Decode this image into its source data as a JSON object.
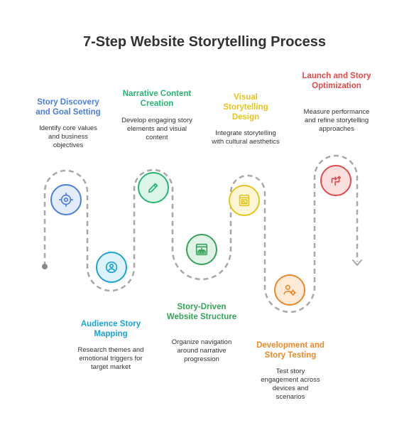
{
  "title": "7-Step Website Storytelling Process",
  "colors": {
    "path": "#a8a8a8",
    "steps": [
      "#4c7fd8",
      "#1aa4d6",
      "#28b574",
      "#36a25a",
      "#e6c41c",
      "#ec8a2b",
      "#e04b4b"
    ],
    "fills": [
      "#e3ecfb",
      "#ddf2fa",
      "#ddf5e9",
      "#e1f2e6",
      "#fcf6d6",
      "#fdebd8",
      "#fbdede"
    ]
  },
  "steps": [
    {
      "title": "Story Discovery and Goal Setting",
      "description": "Identify core values and business objectives",
      "icon": "target-icon"
    },
    {
      "title": "Audience Story Mapping",
      "description": "Research themes and emotional triggers for target market",
      "icon": "audience-icon"
    },
    {
      "title": "Narrative Content Creation",
      "description": "Develop engaging story elements and visual content",
      "icon": "pencil-icon"
    },
    {
      "title": "Story-Driven Website Structure",
      "description": "Organize navigation around narrative progression",
      "icon": "sitemap-icon"
    },
    {
      "title": "Visual Storytelling Design",
      "description": "Integrate storytelling with cultural aesthetics",
      "icon": "image-icon"
    },
    {
      "title": "Development and Story Testing",
      "description": "Test story engagement across devices and scenarios",
      "icon": "user-gear-icon"
    },
    {
      "title": "Launch and Story Optimization",
      "description": "Measure performance and refine storytelling approaches",
      "icon": "arrows-icon"
    }
  ]
}
